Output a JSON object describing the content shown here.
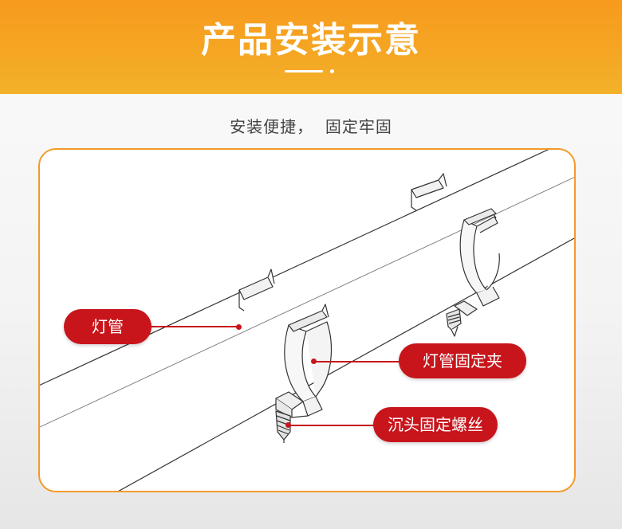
{
  "header": {
    "title": "产品安装示意"
  },
  "subtitle": "安装便捷，  固定牢固",
  "diagram": {
    "callouts": {
      "tube": "灯管",
      "clip": "灯管固定夹",
      "screw": "沉头固定螺丝"
    }
  },
  "colors": {
    "header_orange": "#f5a623",
    "panel_border": "#f39a2a",
    "callout_red": "#c8151c",
    "line_drawing": "#333333"
  }
}
